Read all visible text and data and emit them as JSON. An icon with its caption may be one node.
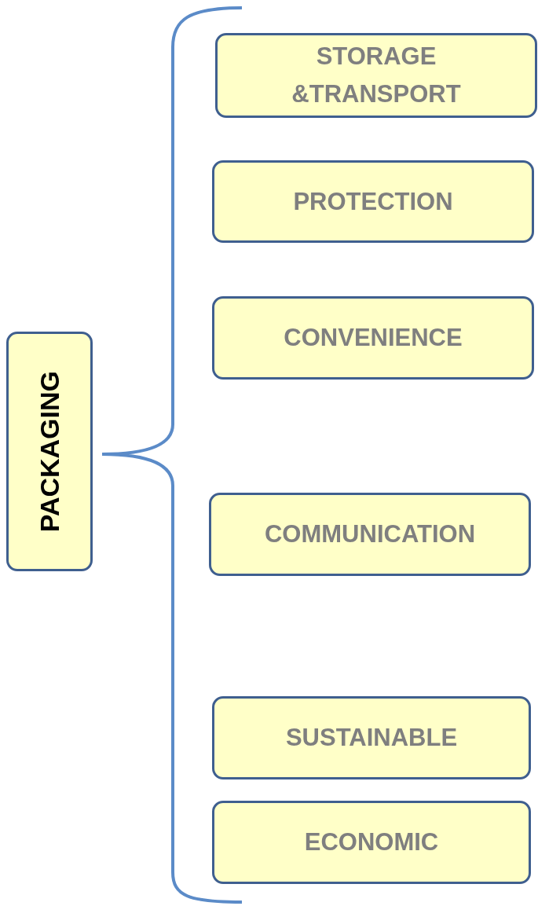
{
  "diagram": {
    "nodes": [
      {
        "text": [
          "PACKAGING"
        ]
      },
      {
        "text": [
          "STORAGE &TRANSPORT"
        ]
      },
      {
        "text": [
          "PROTECTION"
        ]
      },
      {
        "text": [
          "CONVENIENCE"
        ]
      },
      {
        "text": [
          "COMMUNICATION"
        ]
      },
      {
        "text": [
          "SUSTAINABLE"
        ]
      },
      {
        "text": [
          "ECONOMIC"
        ]
      }
    ],
    "edges": []
  }
}
